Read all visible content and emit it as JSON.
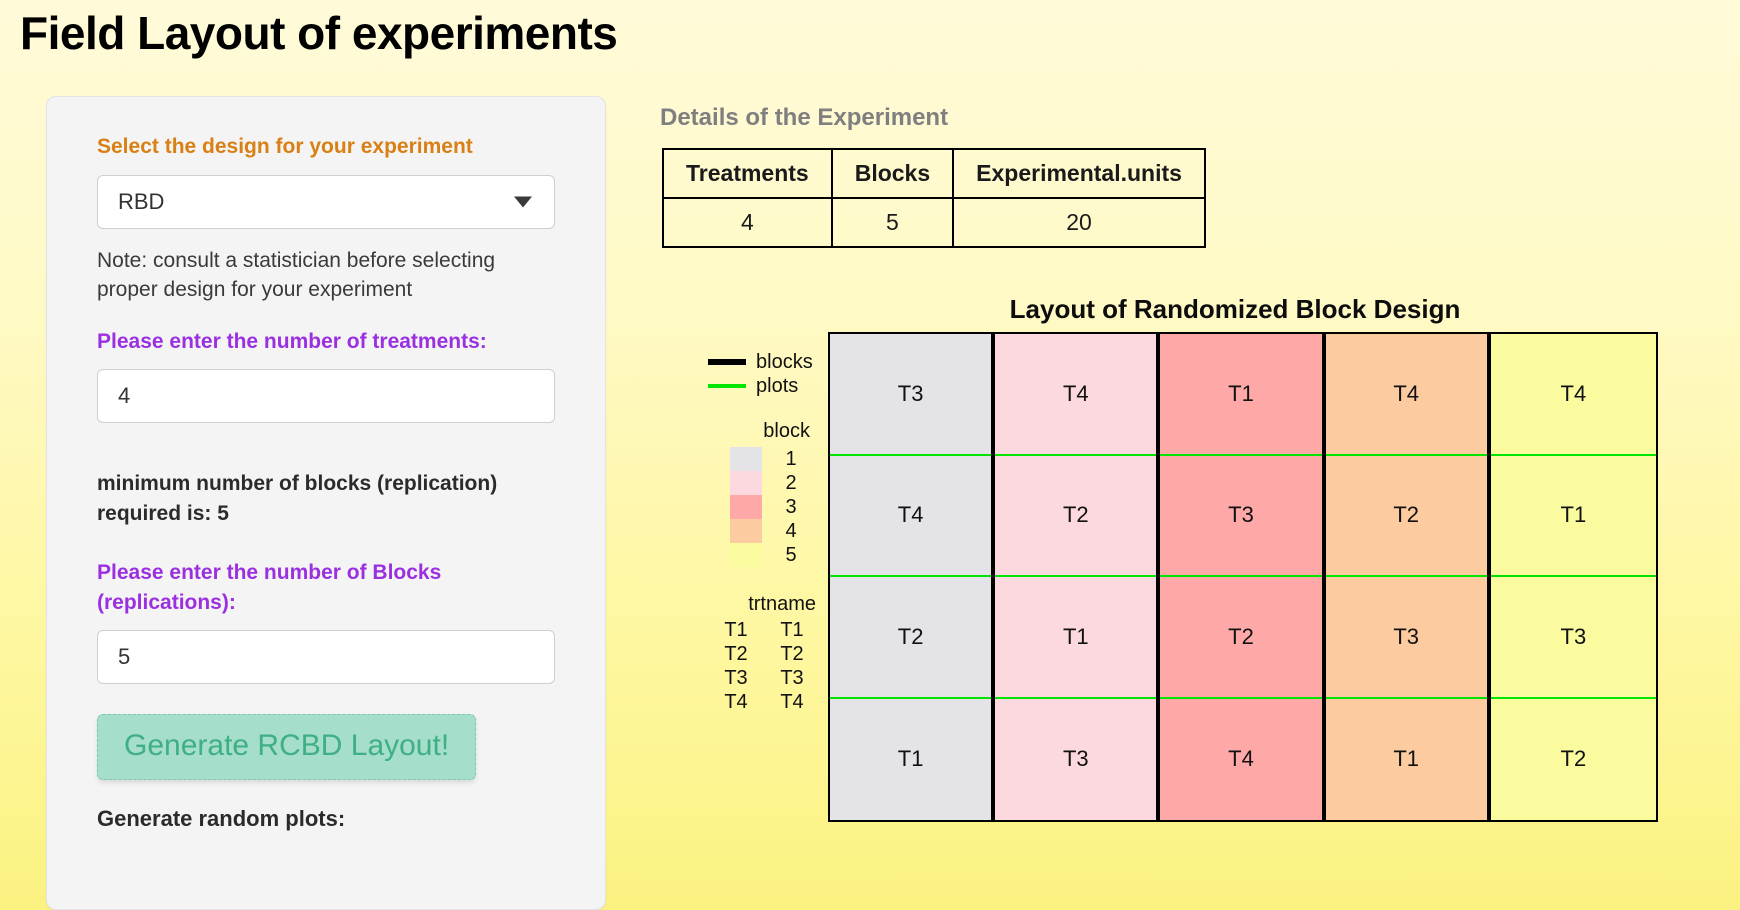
{
  "page_title": "Field Layout of experiments",
  "sidebar": {
    "design_label": "Select the design for your experiment",
    "design_selected": "RBD",
    "design_options": [
      "RBD"
    ],
    "note": "Note: consult a statistician before selecting proper design for your experiment",
    "treatments_label": "Please enter the number of treatments:",
    "treatments_value": "4",
    "min_blocks_text": "minimum number of blocks (replication) required is: 5",
    "blocks_label": "Please enter the number of Blocks (replications):",
    "blocks_value": "5",
    "generate_button": "Generate RCBD Layout!",
    "random_plots_label": "Generate random plots:"
  },
  "details": {
    "heading": "Details of the Experiment",
    "columns": [
      "Treatments",
      "Blocks",
      "Experimental.units"
    ],
    "rows": [
      [
        "4",
        "5",
        "20"
      ]
    ]
  },
  "chart_data": {
    "type": "heatmap",
    "title": "Layout of Randomized Block Design",
    "xlabel": "",
    "ylabel": "",
    "grid": true,
    "legend_position": "left",
    "line_legend": [
      {
        "label": "blocks",
        "color": "#000000",
        "style": "thick-solid"
      },
      {
        "label": "plots",
        "color": "#00E600",
        "style": "thin-solid"
      }
    ],
    "block_legend": {
      "title": "block",
      "keys": [
        "1",
        "2",
        "3",
        "4",
        "5"
      ],
      "colors": [
        "#E4E4E8",
        "#FCD9DE",
        "#FFA8A8",
        "#FCCBA0",
        "#FAFA9E"
      ]
    },
    "treatment_legend": {
      "title": "trtname",
      "keys": [
        "T1",
        "T2",
        "T3",
        "T4"
      ],
      "values": [
        "T1",
        "T2",
        "T3",
        "T4"
      ]
    },
    "blocks": [
      {
        "block": "1",
        "color": "#E4E4E8",
        "plots": [
          "T3",
          "T4",
          "T2",
          "T1"
        ]
      },
      {
        "block": "2",
        "color": "#FCD9DE",
        "plots": [
          "T4",
          "T2",
          "T1",
          "T3"
        ]
      },
      {
        "block": "3",
        "color": "#FFA8A8",
        "plots": [
          "T1",
          "T3",
          "T2",
          "T4"
        ]
      },
      {
        "block": "4",
        "color": "#FCCBA0",
        "plots": [
          "T4",
          "T2",
          "T3",
          "T1"
        ]
      },
      {
        "block": "5",
        "color": "#FAFA9E",
        "plots": [
          "T4",
          "T1",
          "T3",
          "T2"
        ]
      }
    ]
  },
  "colors": {
    "background_top": "#FFFBD9",
    "background_bottom": "#FBF281",
    "accent_orange": "#D98014",
    "accent_purple": "#9B30E0",
    "button_bg": "#A5DECA",
    "button_text": "#3FAF85",
    "block_line": "#000000",
    "plot_line": "#00E600"
  }
}
